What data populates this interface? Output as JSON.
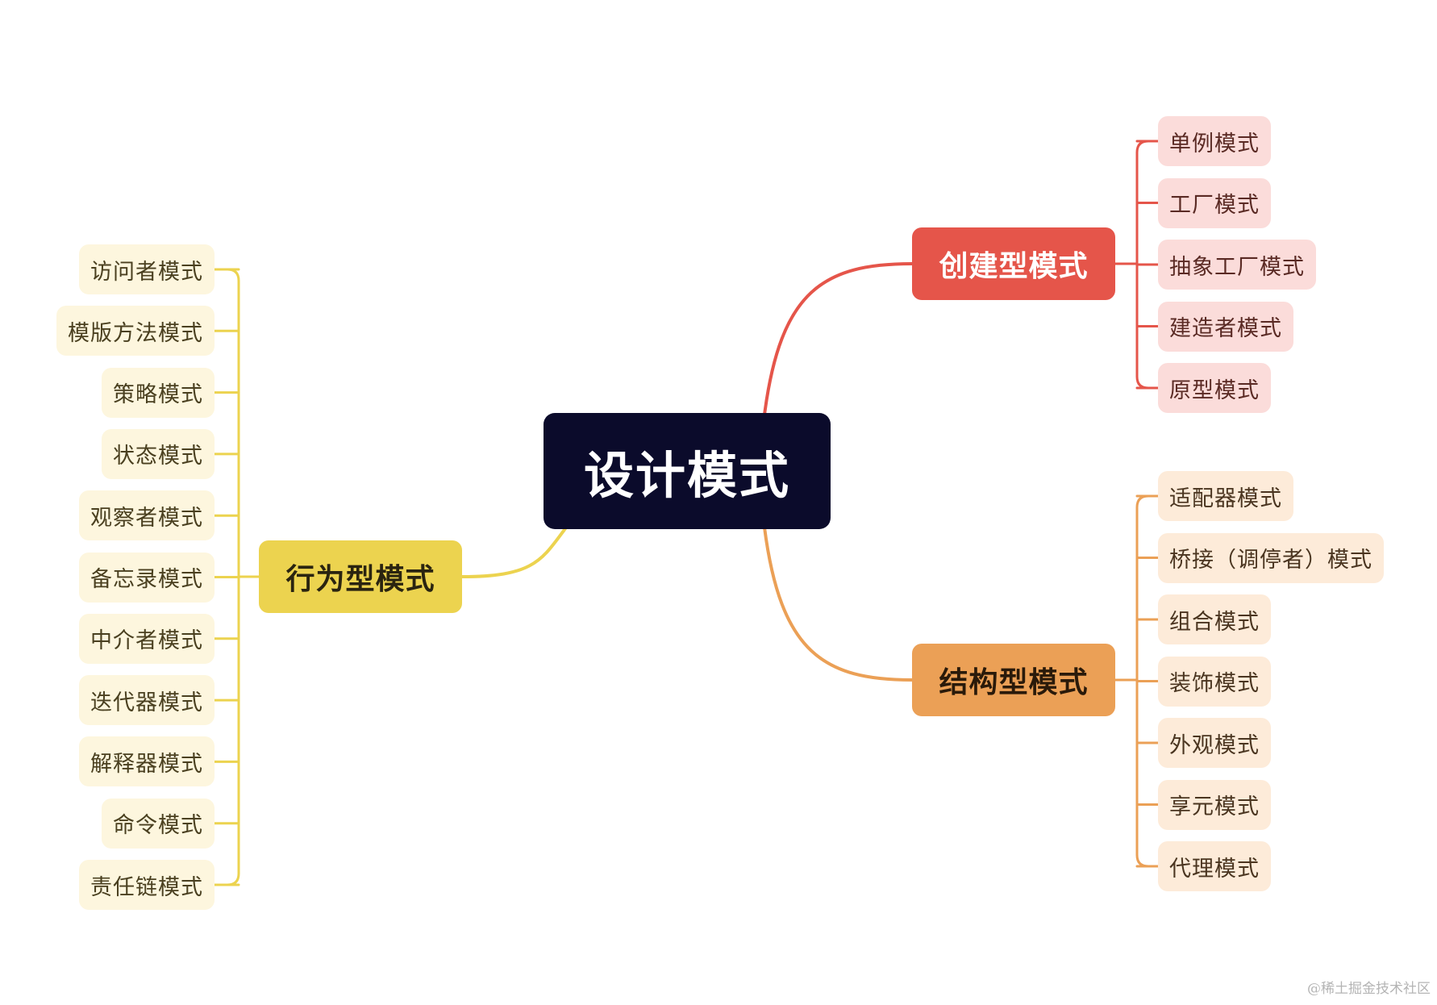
{
  "root": {
    "label": "设计模式",
    "color": "#0b0b2b",
    "text_color": "#ffffff"
  },
  "branches": [
    {
      "id": "creational",
      "label": "创建型模式",
      "color": "#e5554a",
      "text_color": "#ffffff",
      "leaf_bg": "#fbdcda",
      "leaf_text_color": "#5a2a24",
      "children": [
        "单例模式",
        "工厂模式",
        "抽象工厂模式",
        "建造者模式",
        "原型模式"
      ]
    },
    {
      "id": "structural",
      "label": "结构型模式",
      "color": "#eba056",
      "text_color": "#2a1a0a",
      "leaf_bg": "#fdebd9",
      "leaf_text_color": "#4a3520",
      "children": [
        "适配器模式",
        "桥接（调停者）模式",
        "组合模式",
        "装饰模式",
        "外观模式",
        "享元模式",
        "代理模式"
      ]
    },
    {
      "id": "behavioral",
      "label": "行为型模式",
      "color": "#ecd34f",
      "text_color": "#2a2410",
      "leaf_bg": "#fdf6de",
      "leaf_text_color": "#4a4020",
      "children": [
        "访问者模式",
        "模版方法模式",
        "策略模式",
        "状态模式",
        "观察者模式",
        "备忘录模式",
        "中介者模式",
        "迭代器模式",
        "解释器模式",
        "命令模式",
        "责任链模式"
      ]
    }
  ],
  "watermark": "@稀土掘金技术社区"
}
